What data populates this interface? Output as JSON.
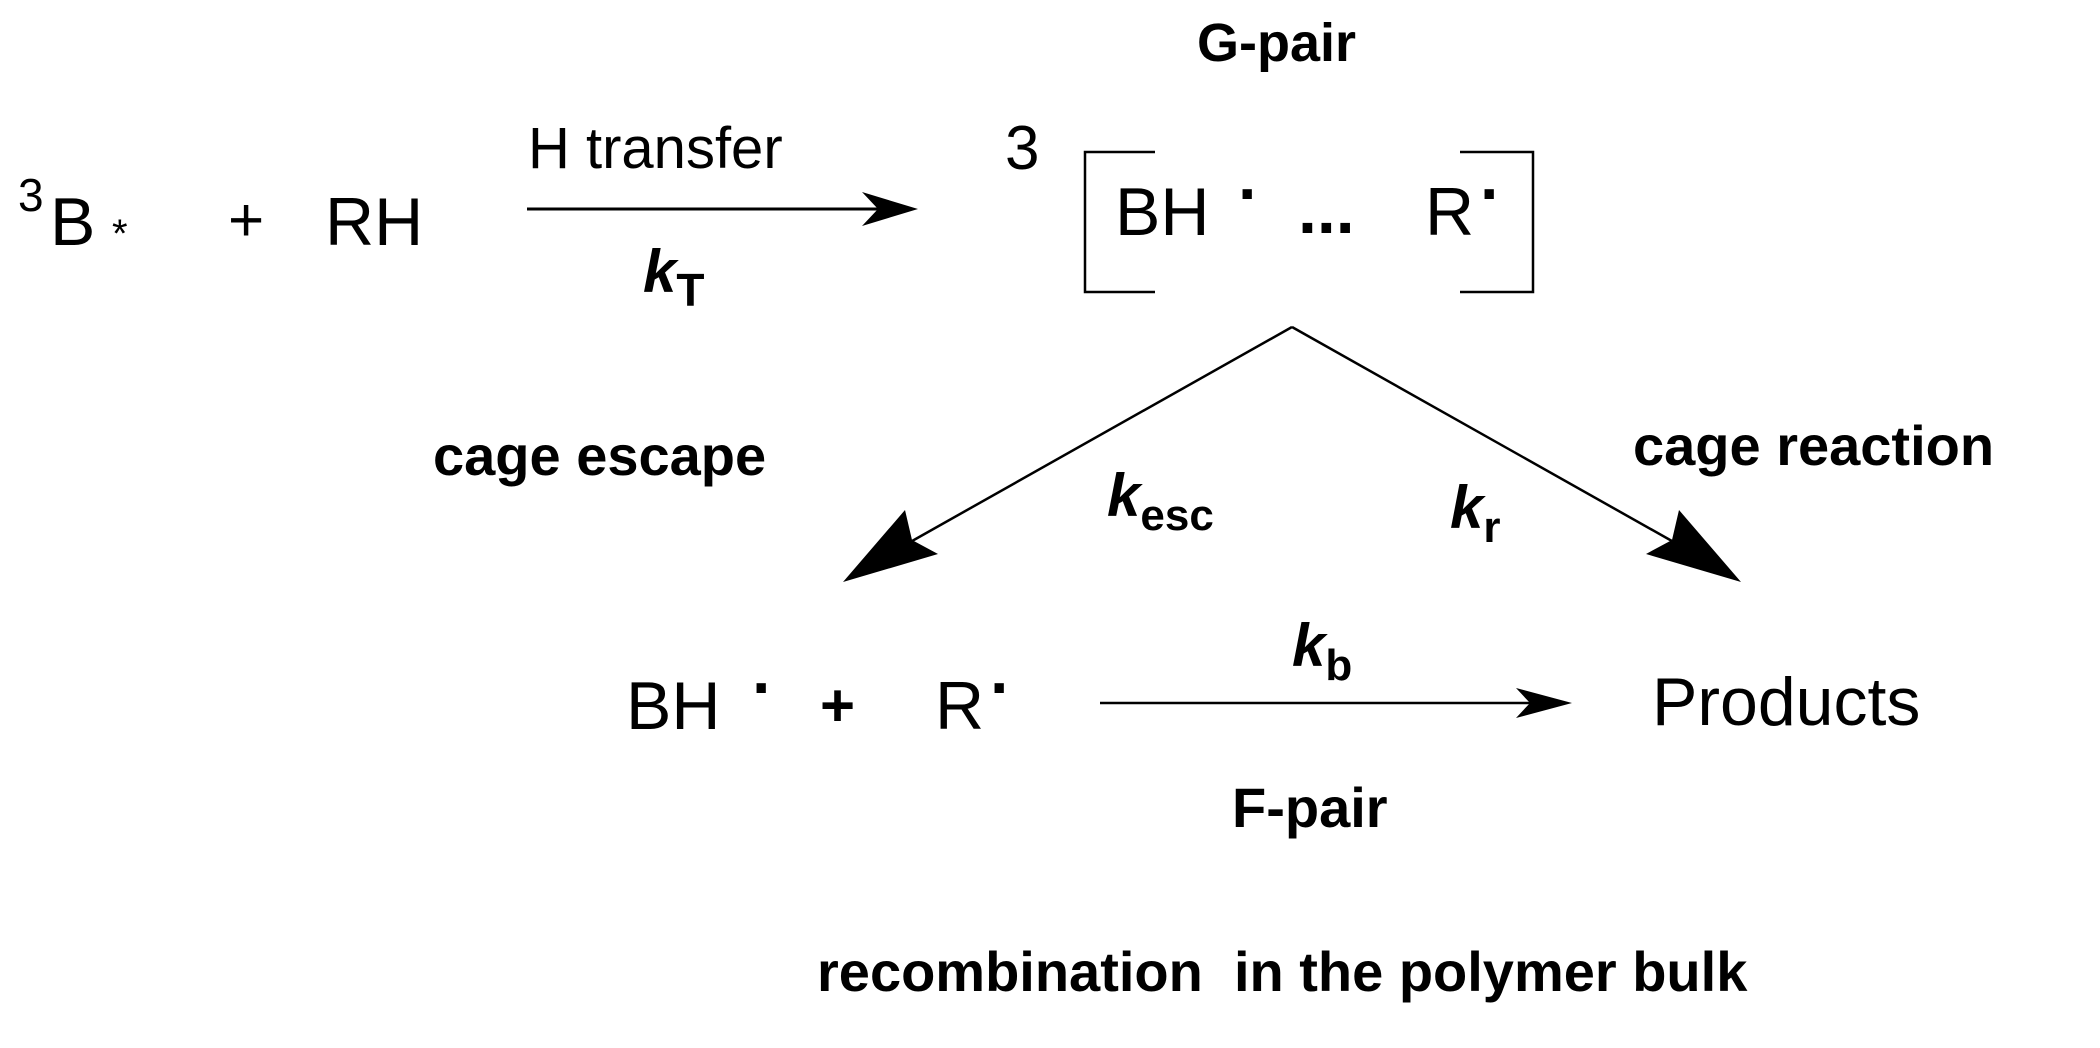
{
  "reactant": {
    "triplet_sup": "3",
    "b_label": "B",
    "star": "*",
    "plus": "+",
    "rh": "RH"
  },
  "step_transfer": {
    "label": "H transfer",
    "k": "k",
    "k_sub": "T"
  },
  "g_pair": {
    "title": "G-pair",
    "multiplicity": "3",
    "bh": "BH",
    "radical_dot": "·",
    "ellipsis": "...",
    "r": "R"
  },
  "escape": {
    "label": "cage escape",
    "k": "k",
    "k_sub": "esc"
  },
  "cage_reaction": {
    "label": "cage reaction",
    "k": "k",
    "k_sub": "r"
  },
  "f_pair": {
    "bh": "BH",
    "radical_dot": "·",
    "plus": "+",
    "r": "R",
    "title": "F-pair"
  },
  "bulk_step": {
    "k": "k",
    "k_sub": "b",
    "products": "Products",
    "caption": "recombination  in the polymer bulk"
  }
}
